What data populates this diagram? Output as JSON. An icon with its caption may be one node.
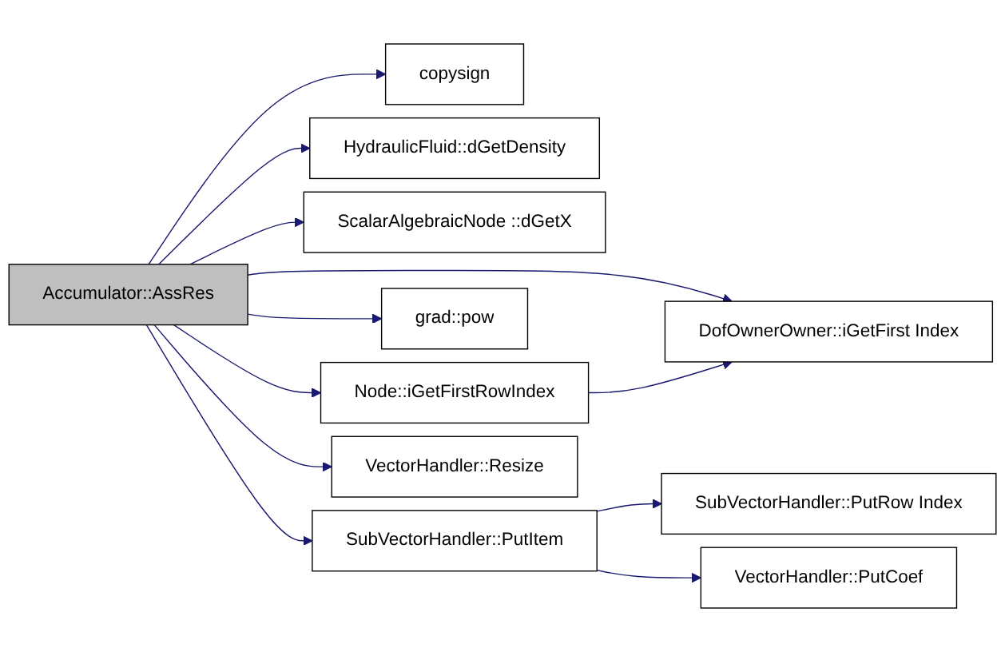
{
  "diagram": {
    "nodes": [
      {
        "text": [
          "Accumulator::AssRes"
        ]
      },
      {
        "text": [
          "copysign"
        ]
      },
      {
        "text": [
          "HydraulicFluid::dGetDensity"
        ]
      },
      {
        "text": [
          "ScalarAlgebraicNode ::dGetX"
        ]
      },
      {
        "text": [
          "DofOwnerOwner::iGetFirst Index"
        ]
      },
      {
        "text": [
          "Node::iGetFirstRowIndex"
        ]
      },
      {
        "text": [
          "grad::pow"
        ]
      },
      {
        "text": [
          "SubVectorHandler::PutItem"
        ]
      },
      {
        "text": [
          "SubVectorHandler::PutRow Index"
        ]
      },
      {
        "text": [
          "VectorHandler::PutCoef"
        ]
      },
      {
        "text": [
          "VectorHandler::Resize"
        ]
      }
    ],
    "edges": [
      {
        "from": 0,
        "to": 1,
        "arrow": "to"
      },
      {
        "from": 0,
        "to": 2,
        "arrow": "to"
      },
      {
        "from": 0,
        "to": 3,
        "arrow": "to"
      },
      {
        "from": 0,
        "to": 4,
        "arrow": "to"
      },
      {
        "from": 0,
        "to": 5,
        "arrow": "to"
      },
      {
        "from": 0,
        "to": 6,
        "arrow": "to"
      },
      {
        "from": 0,
        "to": 7,
        "arrow": "to"
      },
      {
        "from": 0,
        "to": 10,
        "arrow": "to"
      },
      {
        "from": 5,
        "to": 4,
        "arrow": "to"
      },
      {
        "from": 7,
        "to": 8,
        "arrow": "to"
      },
      {
        "from": 7,
        "to": 9,
        "arrow": "to"
      }
    ]
  }
}
